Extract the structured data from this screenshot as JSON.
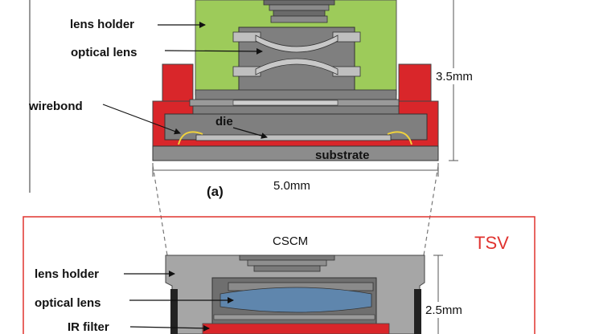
{
  "top_diagram": {
    "labels": {
      "lens_holder": "lens holder",
      "optical_lens": "optical lens",
      "wirebond": "wirebond",
      "die": "die",
      "substrate": "substrate"
    },
    "height_dimension": "3.5mm",
    "width_dimension": "5.0mm",
    "caption": "(a)"
  },
  "bottom_diagram": {
    "title": "CSCM",
    "tag": "TSV",
    "labels": {
      "lens_holder": "lens holder",
      "optical_lens": "optical lens",
      "ir_filter": "IR filter"
    },
    "height_dimension": "2.5mm"
  },
  "colors": {
    "green_holder": "#9dcb5a",
    "red_frame": "#d9262a",
    "gray_body": "#7f7f7f",
    "light_gray": "#bfbfbf",
    "lens_blue": "#5f86ad",
    "tsv_red": "#e0332f"
  }
}
